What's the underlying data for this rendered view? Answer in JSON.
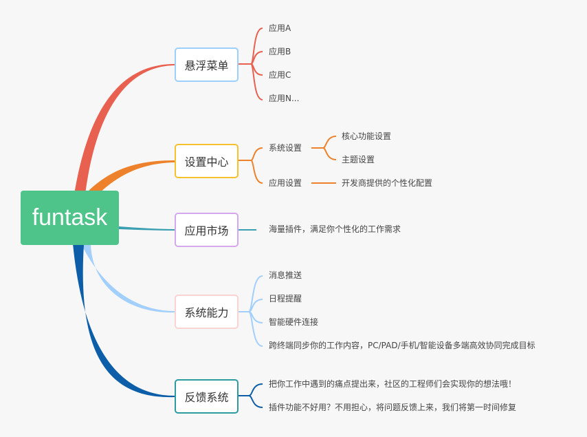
{
  "root": {
    "label": "funtask",
    "color": "#4ec48a"
  },
  "branches": [
    {
      "label": "悬浮菜单",
      "color": "#e8604f",
      "border": "#9ccffb",
      "children": [
        "应用A",
        "应用B",
        "应用C",
        "应用N..."
      ]
    },
    {
      "label": "设置中心",
      "color": "#ee822c",
      "border": "#f7c12e",
      "children": [
        "系统设置",
        "应用设置"
      ],
      "grandchildren": {
        "system": [
          "核心功能设置",
          "主题设置"
        ],
        "app": [
          "开发商提供的个性化配置"
        ]
      }
    },
    {
      "label": "应用市场",
      "color": "#3a9fb0",
      "border": "#d4a8ec",
      "children": [
        "海量插件，满足你个性化的工作需求"
      ]
    },
    {
      "label": "系统能力",
      "color": "#a3cffc",
      "border": "#fcd3d3",
      "children": [
        "消息推送",
        "日程提醒",
        "智能硬件连接",
        "跨终端同步你的工作内容，PC/PAD/手机/智能设备多端高效协同完成目标"
      ]
    },
    {
      "label": "反馈系统",
      "color": "#0d5ea8",
      "border": "#2c9ba0",
      "children": [
        "把你工作中遇到的痛点提出来，社区的工程师们会实现你的想法哦！",
        "插件功能不好用？不用担心，将问题反馈上来，我们将第一时间修复"
      ]
    }
  ]
}
